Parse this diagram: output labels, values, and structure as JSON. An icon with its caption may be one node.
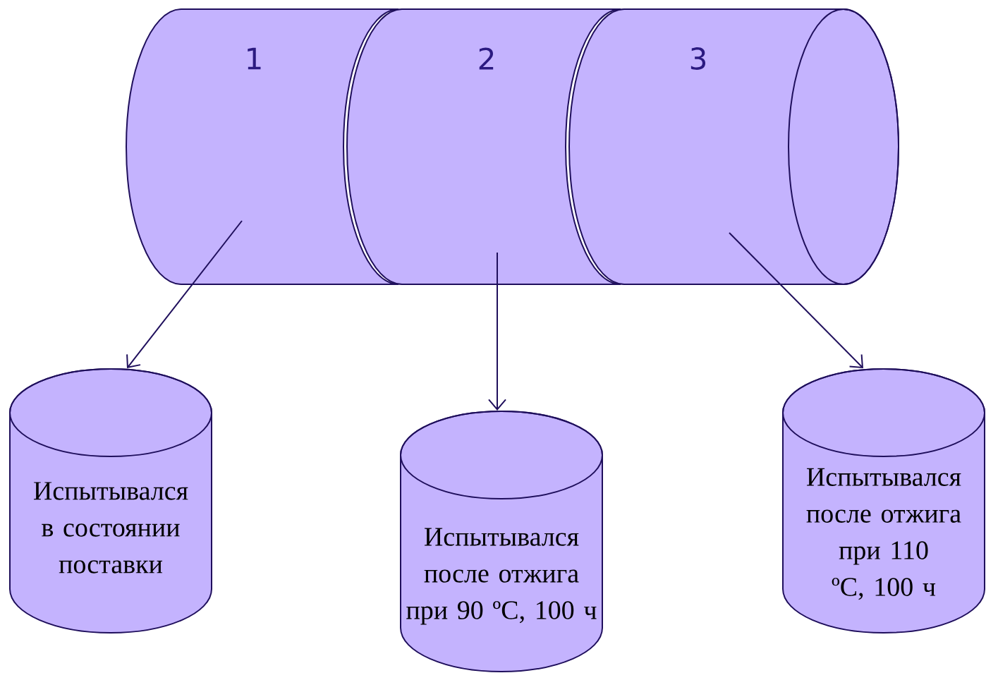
{
  "diagram": {
    "nodes": [
      {
        "text": [
          "1"
        ]
      },
      {
        "text": [
          "2"
        ]
      },
      {
        "text": [
          "3"
        ]
      },
      {
        "text": [
          "Испытывался в состоянии поставки"
        ]
      },
      {
        "text": [
          "Испытывался после отжига при 90 ºC, 100 ч"
        ]
      },
      {
        "text": [
          "Испытывался после отжига при 110 ºC, 100 ч"
        ]
      }
    ],
    "edges": [
      {
        "from": 0,
        "to": 3,
        "arrow": "to"
      },
      {
        "from": 1,
        "to": 4,
        "arrow": "to"
      },
      {
        "from": 2,
        "to": 5,
        "arrow": "to"
      }
    ]
  }
}
